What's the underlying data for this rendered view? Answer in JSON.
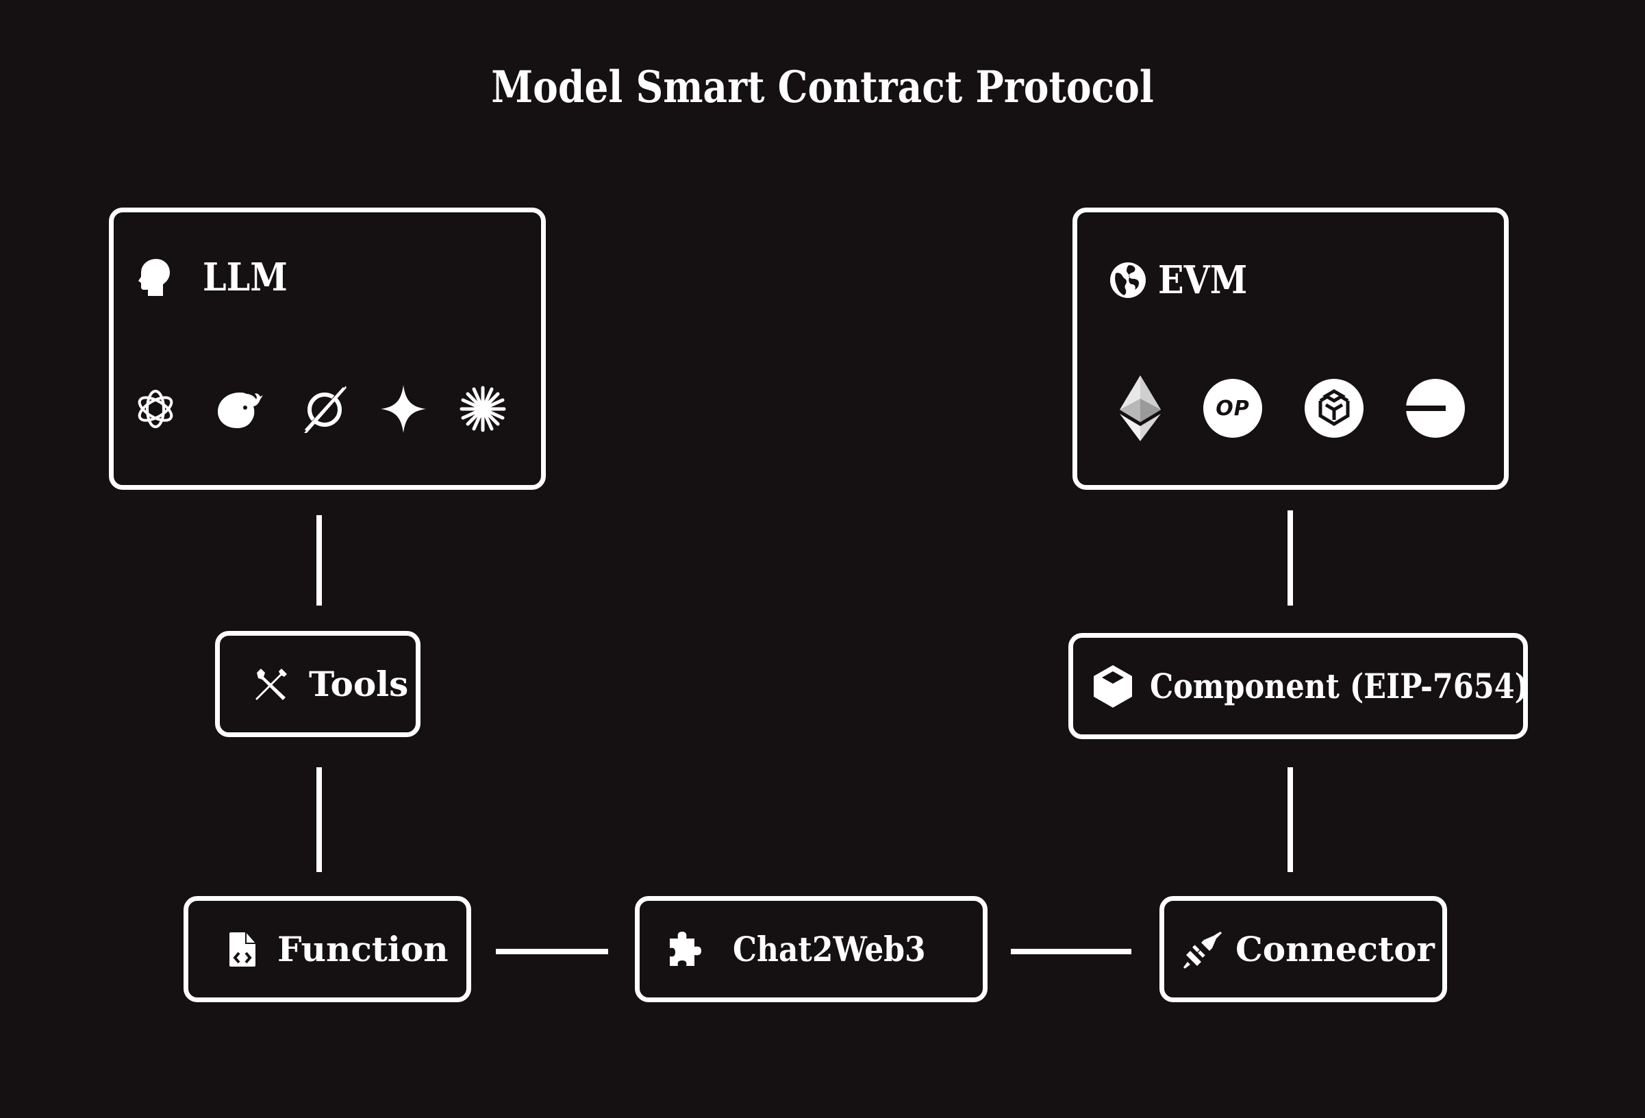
{
  "title": "Model Smart Contract Protocol",
  "colors": {
    "background": "#151011",
    "foreground": "#ffffff"
  },
  "nodes": {
    "llm": {
      "label": "LLM",
      "icon": "head-icon",
      "logos": [
        "openai-logo",
        "deepseek-logo",
        "grok-logo",
        "gemini-logo",
        "claude-logo"
      ]
    },
    "evm": {
      "label": "EVM",
      "icon": "globe-icon",
      "logos": [
        "ethereum-logo",
        "optimism-logo",
        "bnb-chain-logo",
        "base-logo"
      ],
      "optimism_text": "OP"
    },
    "tools": {
      "label": "Tools",
      "icon": "tools-icon"
    },
    "component": {
      "label": "Component (EIP-7654)",
      "icon": "cube-icon"
    },
    "function": {
      "label": "Function",
      "icon": "code-file-icon"
    },
    "chat2web3": {
      "label": "Chat2Web3",
      "icon": "puzzle-icon"
    },
    "connector": {
      "label": "Connector",
      "icon": "plug-icon"
    }
  },
  "edges": [
    [
      "llm",
      "tools"
    ],
    [
      "tools",
      "function"
    ],
    [
      "function",
      "chat2web3"
    ],
    [
      "chat2web3",
      "connector"
    ],
    [
      "connector",
      "component"
    ],
    [
      "component",
      "evm"
    ]
  ]
}
